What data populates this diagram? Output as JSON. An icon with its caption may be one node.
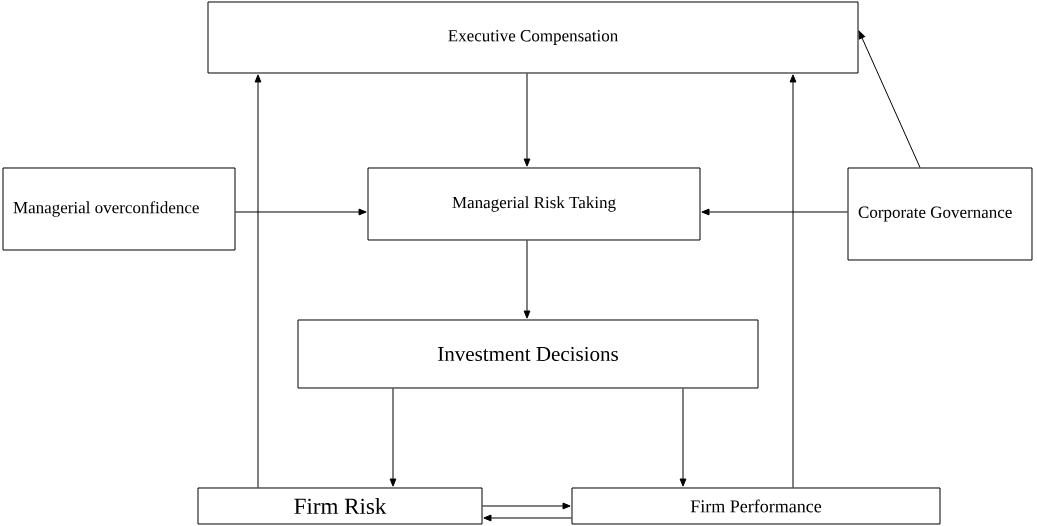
{
  "diagram": {
    "nodes": [
      {
        "text": [
          "Executive Compensation"
        ]
      },
      {
        "text": [
          "Managerial overconfidence"
        ]
      },
      {
        "text": [
          "Managerial Risk Taking"
        ]
      },
      {
        "text": [
          "Corporate Governance"
        ]
      },
      {
        "text": [
          "Investment Decisions"
        ]
      },
      {
        "text": [
          "Firm Risk"
        ]
      },
      {
        "text": [
          "Firm Performance"
        ]
      }
    ],
    "edges": [
      {
        "from": 0,
        "to": 2,
        "arrow": "to"
      },
      {
        "from": 1,
        "to": 2,
        "arrow": "to"
      },
      {
        "from": 3,
        "to": 2,
        "arrow": "to"
      },
      {
        "from": 3,
        "to": 0,
        "arrow": "to"
      },
      {
        "from": 2,
        "to": 4,
        "arrow": "to"
      },
      {
        "from": 4,
        "to": 5,
        "arrow": "to"
      },
      {
        "from": 4,
        "to": 6,
        "arrow": "to"
      },
      {
        "from": 5,
        "to": 0,
        "arrow": "to"
      },
      {
        "from": 6,
        "to": 0,
        "arrow": "to"
      },
      {
        "from": 5,
        "to": 6,
        "arrow": "to"
      },
      {
        "from": 6,
        "to": 5,
        "arrow": "to"
      }
    ]
  }
}
